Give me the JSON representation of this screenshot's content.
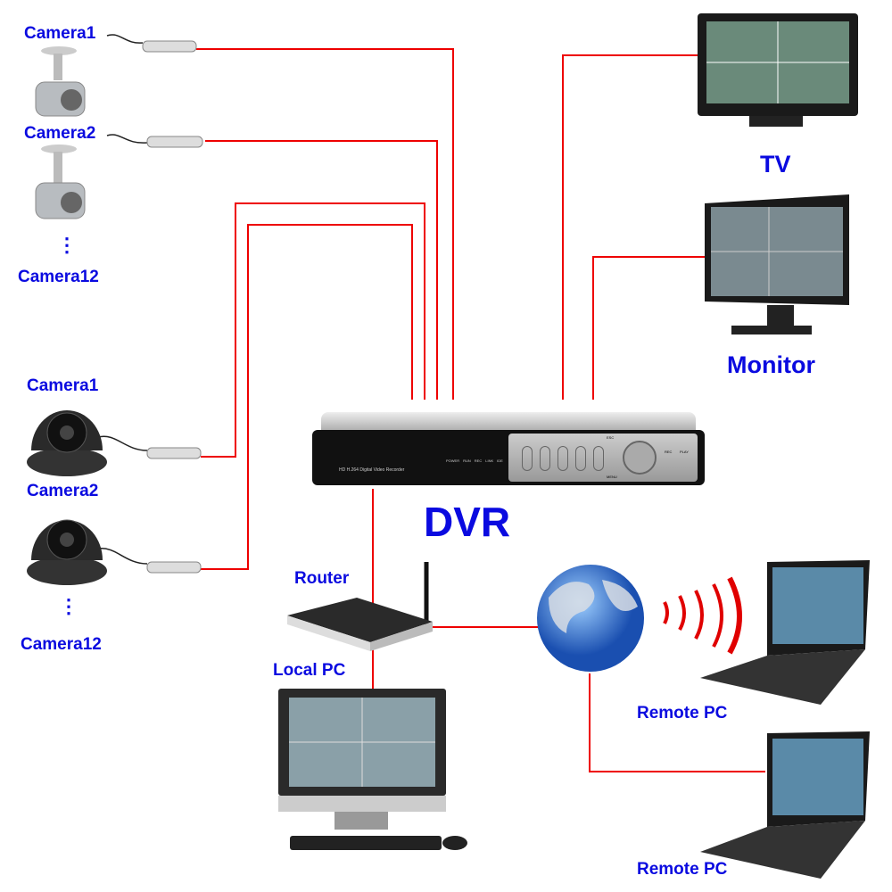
{
  "cameras_bullet": {
    "first": "Camera1",
    "second": "Camera2",
    "ellipsis": "⋮",
    "last": "Camera12"
  },
  "cameras_dome": {
    "first": "Camera1",
    "second": "Camera2",
    "ellipsis": "⋮",
    "last": "Camera12"
  },
  "outputs": {
    "tv": "TV",
    "monitor": "Monitor"
  },
  "dvr": {
    "label": "DVR",
    "brand_text": "HD H.264 Digital Video Recorder",
    "indicators": [
      "POWER",
      "RUN",
      "REC",
      "LINK",
      "IDE"
    ],
    "buttons": [
      "ESC",
      "MENU",
      "REC",
      "PLAY"
    ]
  },
  "network": {
    "router": "Router",
    "local_pc": "Local PC",
    "remote_pc_1": "Remote PC",
    "remote_pc_2": "Remote PC"
  },
  "colors": {
    "label": "#0a0ae0",
    "wire": "#ee0000"
  }
}
